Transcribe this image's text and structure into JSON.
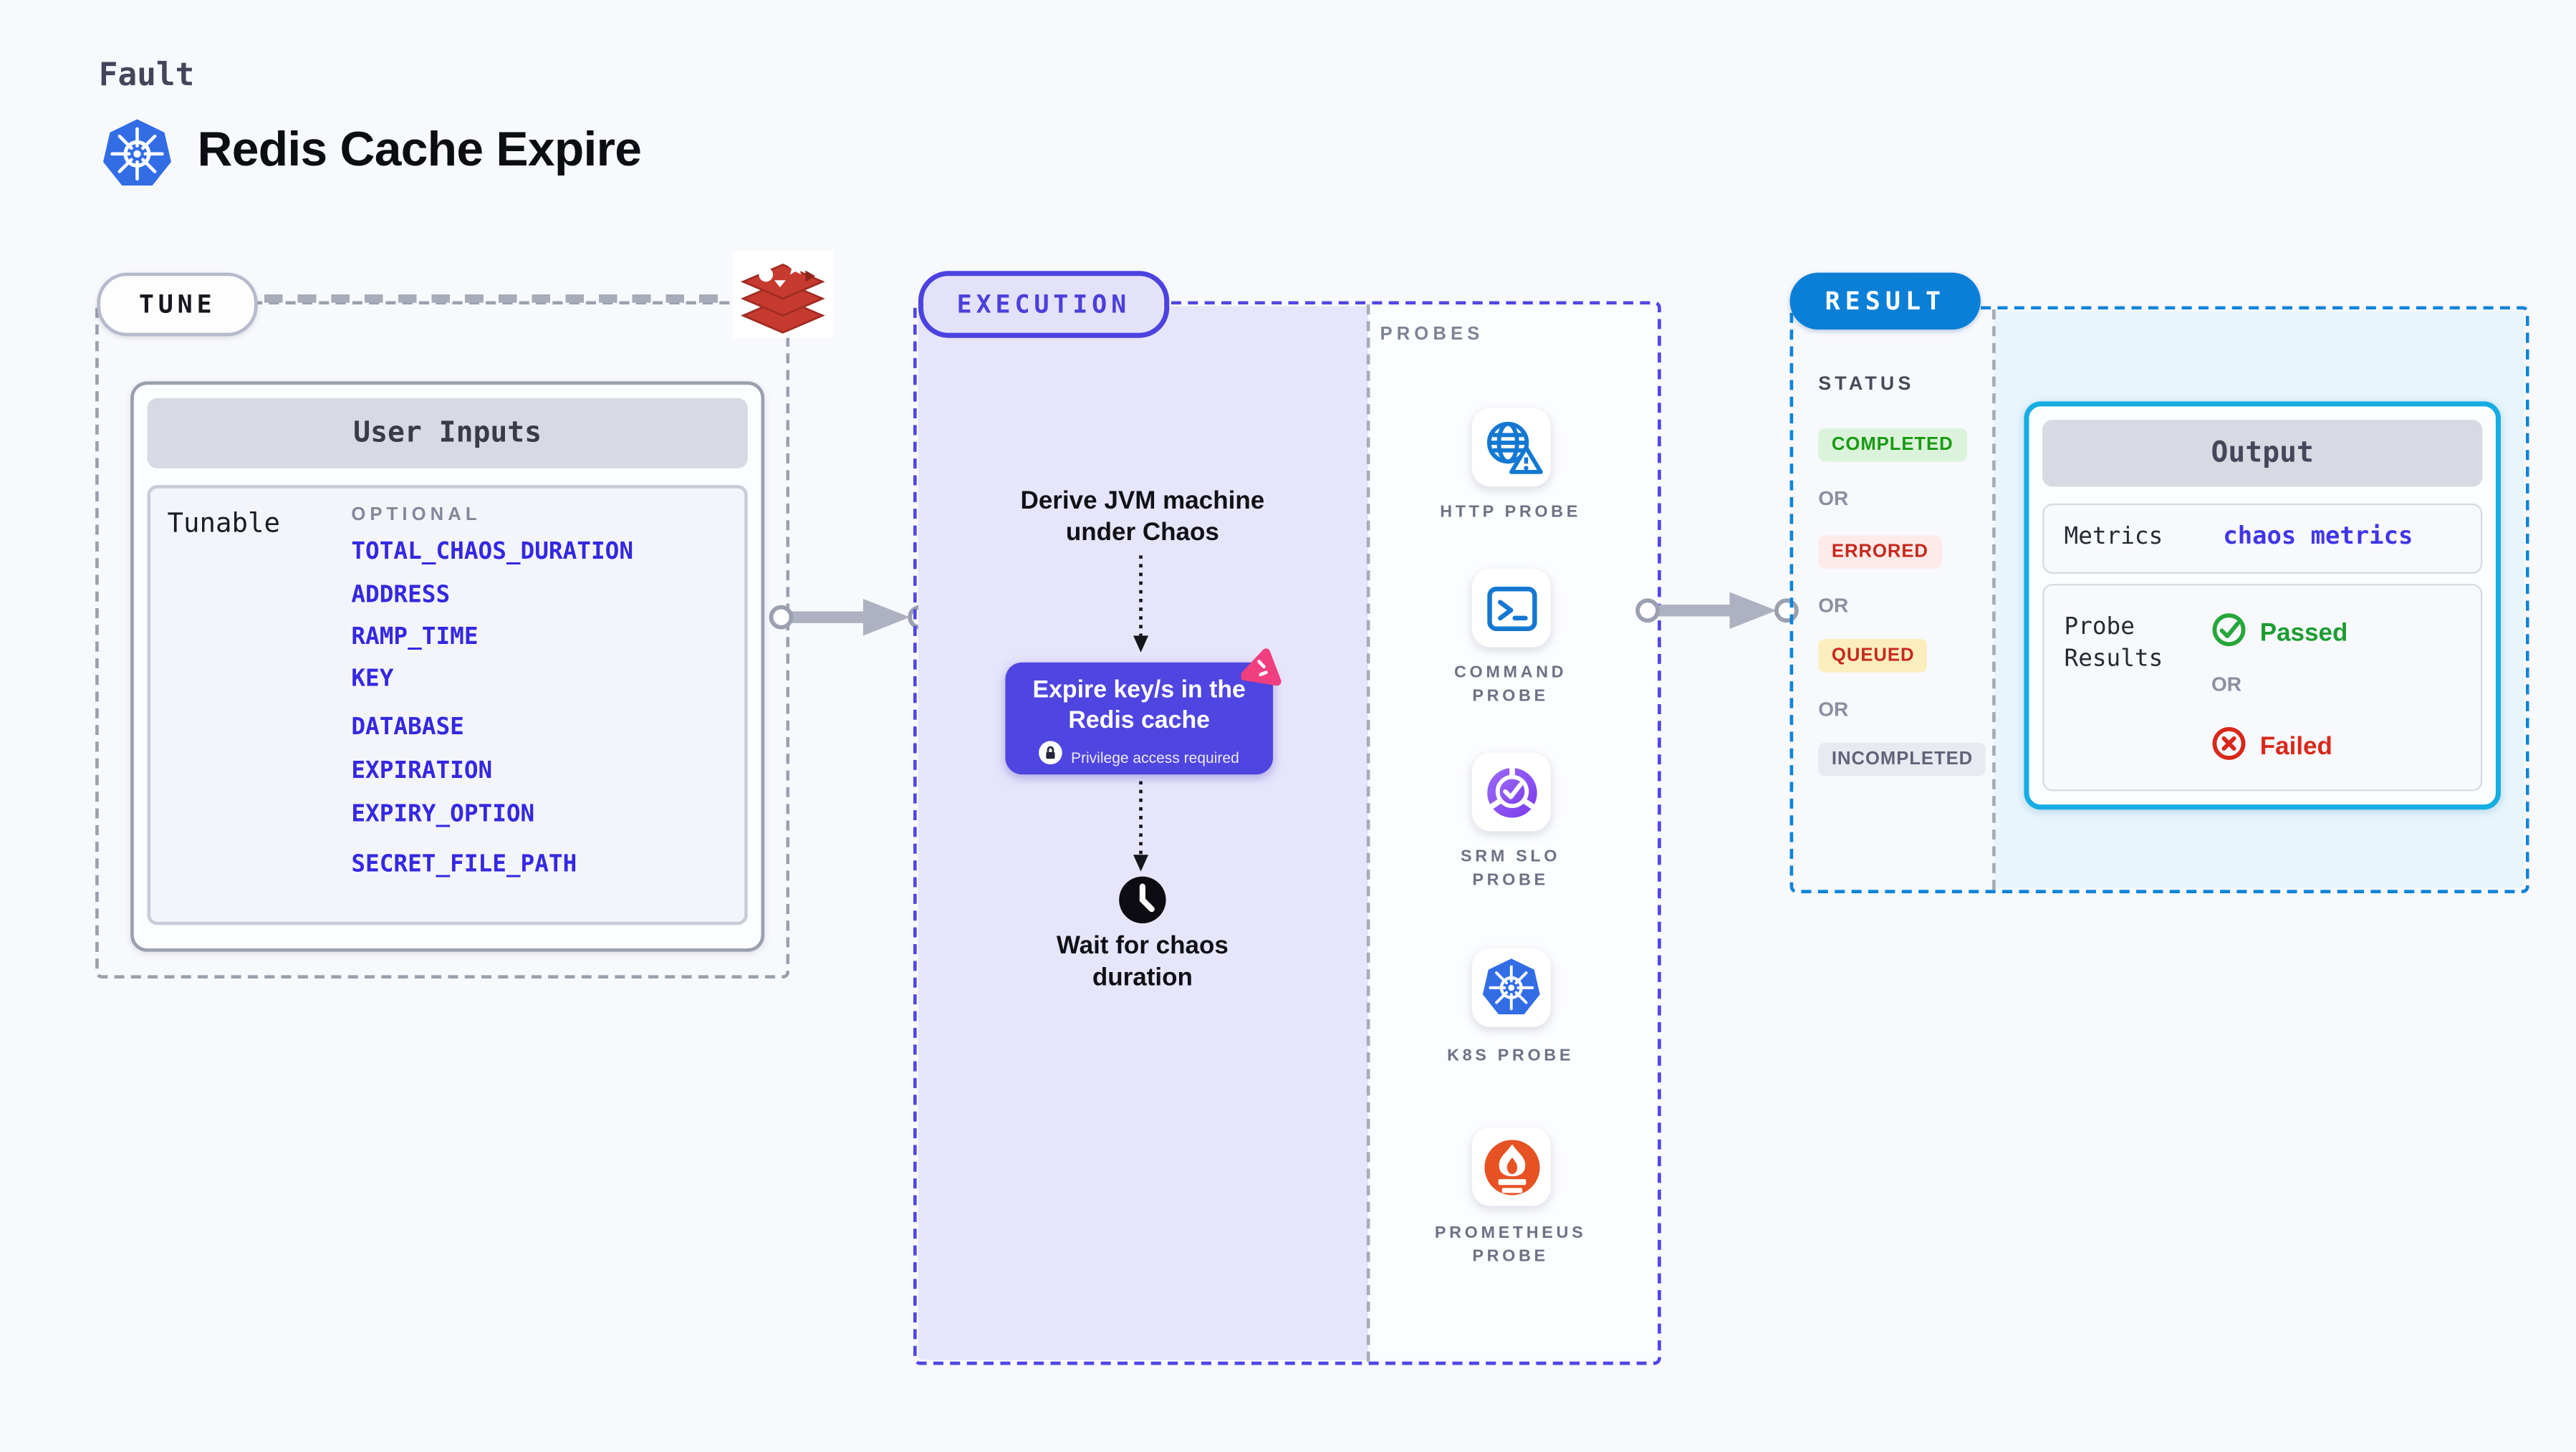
{
  "header": {
    "kind": "Fault",
    "title": "Redis Cache Expire"
  },
  "tune": {
    "pill": "TUNE",
    "user_inputs": {
      "title": "User Inputs",
      "row_label": "Tunable",
      "group_label": "OPTIONAL",
      "params": [
        "TOTAL_CHAOS_DURATION",
        "ADDRESS",
        "RAMP_TIME",
        "KEY",
        "DATABASE",
        "EXPIRATION",
        "EXPIRY_OPTION",
        "SECRET_FILE_PATH"
      ]
    }
  },
  "execution": {
    "pill": "EXECUTION",
    "derive_step": "Derive JVM machine under Chaos",
    "fault_box": {
      "title": "Expire key/s in the Redis cache",
      "badge": "Privilege access required"
    },
    "wait_step": "Wait for chaos duration"
  },
  "probes": {
    "label": "PROBES",
    "items": [
      {
        "name": "HTTP PROBE",
        "icon": "http-probe-icon"
      },
      {
        "name": "COMMAND PROBE",
        "icon": "command-probe-icon"
      },
      {
        "name": "SRM SLO PROBE",
        "icon": "srm-slo-probe-icon"
      },
      {
        "name": "K8S PROBE",
        "icon": "k8s-probe-icon"
      },
      {
        "name": "PROMETHEUS PROBE",
        "icon": "prometheus-probe-icon"
      }
    ]
  },
  "result": {
    "pill": "RESULT",
    "status_label": "STATUS",
    "or": "OR",
    "statuses": [
      {
        "label": "COMPLETED",
        "type": "completed"
      },
      {
        "label": "ERRORED",
        "type": "errored"
      },
      {
        "label": "QUEUED",
        "type": "queued"
      },
      {
        "label": "INCOMPLETED",
        "type": "incompleted"
      }
    ],
    "output": {
      "title": "Output",
      "metrics_label": "Metrics",
      "metrics_value": "chaos metrics",
      "probe_results_label": "Probe Results",
      "passed": "Passed",
      "or": "OR",
      "failed": "Failed"
    }
  },
  "colors": {
    "accent_indigo": "#4f46e5",
    "result_blue": "#0b7fd6",
    "output_cyan": "#16ade3",
    "param_link_blue": "#3428e2",
    "status_green": "#189a10",
    "status_red": "#c6281d",
    "redis_red": "#c73a30",
    "prometheus_orange": "#e75225",
    "chaos_pink": "#ef3f7e"
  }
}
